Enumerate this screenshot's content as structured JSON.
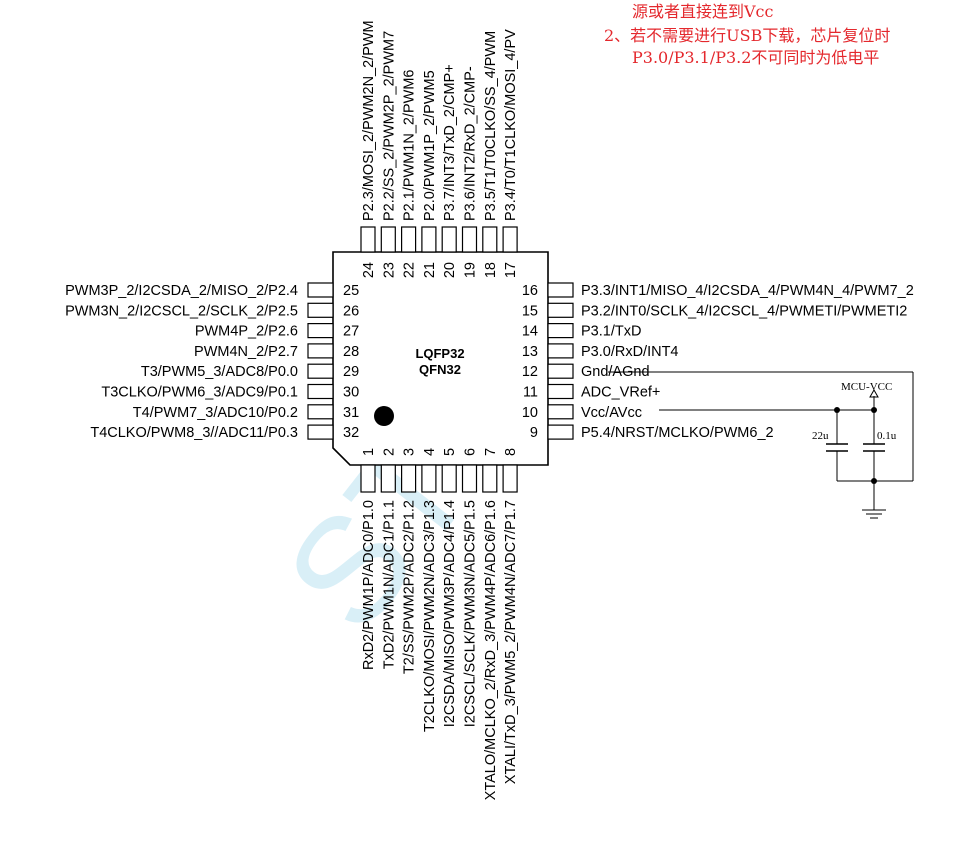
{
  "package": {
    "line1": "LQFP32",
    "line2": "QFN32"
  },
  "notes": [
    "源或者直接连到Vcc",
    "2、若不需要进行USB下载，芯片复位时",
    "P3.0/P3.1/P3.2不可同时为低电平"
  ],
  "watermark": "STC",
  "colors": {
    "note": "#e4282d",
    "watermark": "#cdeaf5"
  },
  "pins": {
    "left": [
      {
        "num": "25",
        "label": "PWM3P_2/I2CSDA_2/MISO_2/P2.4"
      },
      {
        "num": "26",
        "label": "PWM3N_2/I2CSCL_2/SCLK_2/P2.5"
      },
      {
        "num": "27",
        "label": "PWM4P_2/P2.6"
      },
      {
        "num": "28",
        "label": "PWM4N_2/P2.7"
      },
      {
        "num": "29",
        "label": "T3/PWM5_3/ADC8/P0.0"
      },
      {
        "num": "30",
        "label": "T3CLKO/PWM6_3/ADC9/P0.1"
      },
      {
        "num": "31",
        "label": "T4/PWM7_3/ADC10/P0.2"
      },
      {
        "num": "32",
        "label": "T4CLKO/PWM8_3//ADC11/P0.3"
      }
    ],
    "right": [
      {
        "num": "16",
        "label": "P3.3/INT1/MISO_4/I2CSDA_4/PWM4N_4/PWM7_2"
      },
      {
        "num": "15",
        "label": "P3.2/INT0/SCLK_4/I2CSCL_4/PWMETI/PWMETI2"
      },
      {
        "num": "14",
        "label": "P3.1/TxD"
      },
      {
        "num": "13",
        "label": "P3.0/RxD/INT4"
      },
      {
        "num": "12",
        "label": "Gnd/AGnd"
      },
      {
        "num": "11",
        "label": "ADC_VRef+"
      },
      {
        "num": "10",
        "label": "Vcc/AVcc"
      },
      {
        "num": "9",
        "label": "P5.4/NRST/MCLKO/PWM6_2"
      }
    ],
    "top": [
      {
        "num": "24",
        "label": "P2.3/MOSI_2/PWM2N_2/PWM"
      },
      {
        "num": "23",
        "label": "P2.2/SS_2/PWM2P_2/PWM7"
      },
      {
        "num": "22",
        "label": "P2.1/PWM1N_2/PWM6"
      },
      {
        "num": "21",
        "label": "P2.0/PWM1P_2/PWM5"
      },
      {
        "num": "20",
        "label": "P3.7/INT3/TxD_2/CMP+"
      },
      {
        "num": "19",
        "label": "P3.6/INT2/RxD_2/CMP-"
      },
      {
        "num": "18",
        "label": "P3.5/T1/T0CLKO/SS_4/PWM"
      },
      {
        "num": "17",
        "label": "P3.4/T0/T1CLKO/MOSI_4/PV"
      }
    ],
    "bottom": [
      {
        "num": "1",
        "label": "RxD2/PWM1P/ADC0/P1.0"
      },
      {
        "num": "2",
        "label": "TxD2/PWM1N/ADC1/P1.1"
      },
      {
        "num": "3",
        "label": "T2/SS/PWM2P/ADC2/P1.2"
      },
      {
        "num": "4",
        "label": "T2CLKO/MOSI/PWM2N/ADC3/P1.3"
      },
      {
        "num": "5",
        "label": "I2CSDA/MISO/PWM3P/ADC4/P1.4"
      },
      {
        "num": "6",
        "label": "I2CSCL/SCLK/PWM3N/ADC5/P1.5"
      },
      {
        "num": "7",
        "label": "XTALO/MCLKO_2/RxD_3/PWM4P/ADC6/P1.6"
      },
      {
        "num": "8",
        "label": "XTALI/TxD_3/PWM5_2/PWM4N/ADC7/P1.7"
      }
    ]
  },
  "power": {
    "net": "MCU-VCC",
    "cap1": "22u",
    "cap2": "0.1u"
  }
}
